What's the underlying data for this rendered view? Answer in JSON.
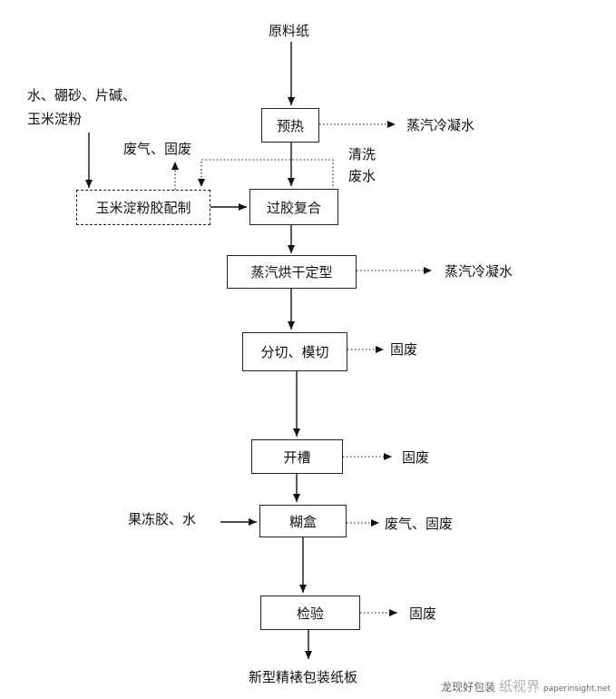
{
  "inputs": {
    "raw_paper": "原料纸",
    "additives_line1": "水、硼砂、片碱、",
    "additives_line2": "玉米淀粉",
    "jelly_glue": "果冻胶、水"
  },
  "steps": {
    "preheat": "预热",
    "starch_glue": "玉米淀粉胶配制",
    "laminate": "过胶复合",
    "steam_dry": "蒸汽烘干定型",
    "cut": "分切、模切",
    "slot": "开槽",
    "glue_box": "糊盒",
    "inspect": "检验"
  },
  "outputs": {
    "condensate_1": "蒸汽冷凝水",
    "condensate_2": "蒸汽冷凝水",
    "gas_solid_waste_1": "废气、固废",
    "wash_line1": "清洗",
    "wash_line2": "废水",
    "solid_waste_cut": "固废",
    "solid_waste_slot": "固废",
    "gas_solid_waste_2": "废气、固废",
    "solid_waste_inspect": "固废"
  },
  "product": "新型精裱包装纸板",
  "watermark": {
    "account": "龙现好包装",
    "brand": "纸视界",
    "url": "paperinsight.net"
  }
}
